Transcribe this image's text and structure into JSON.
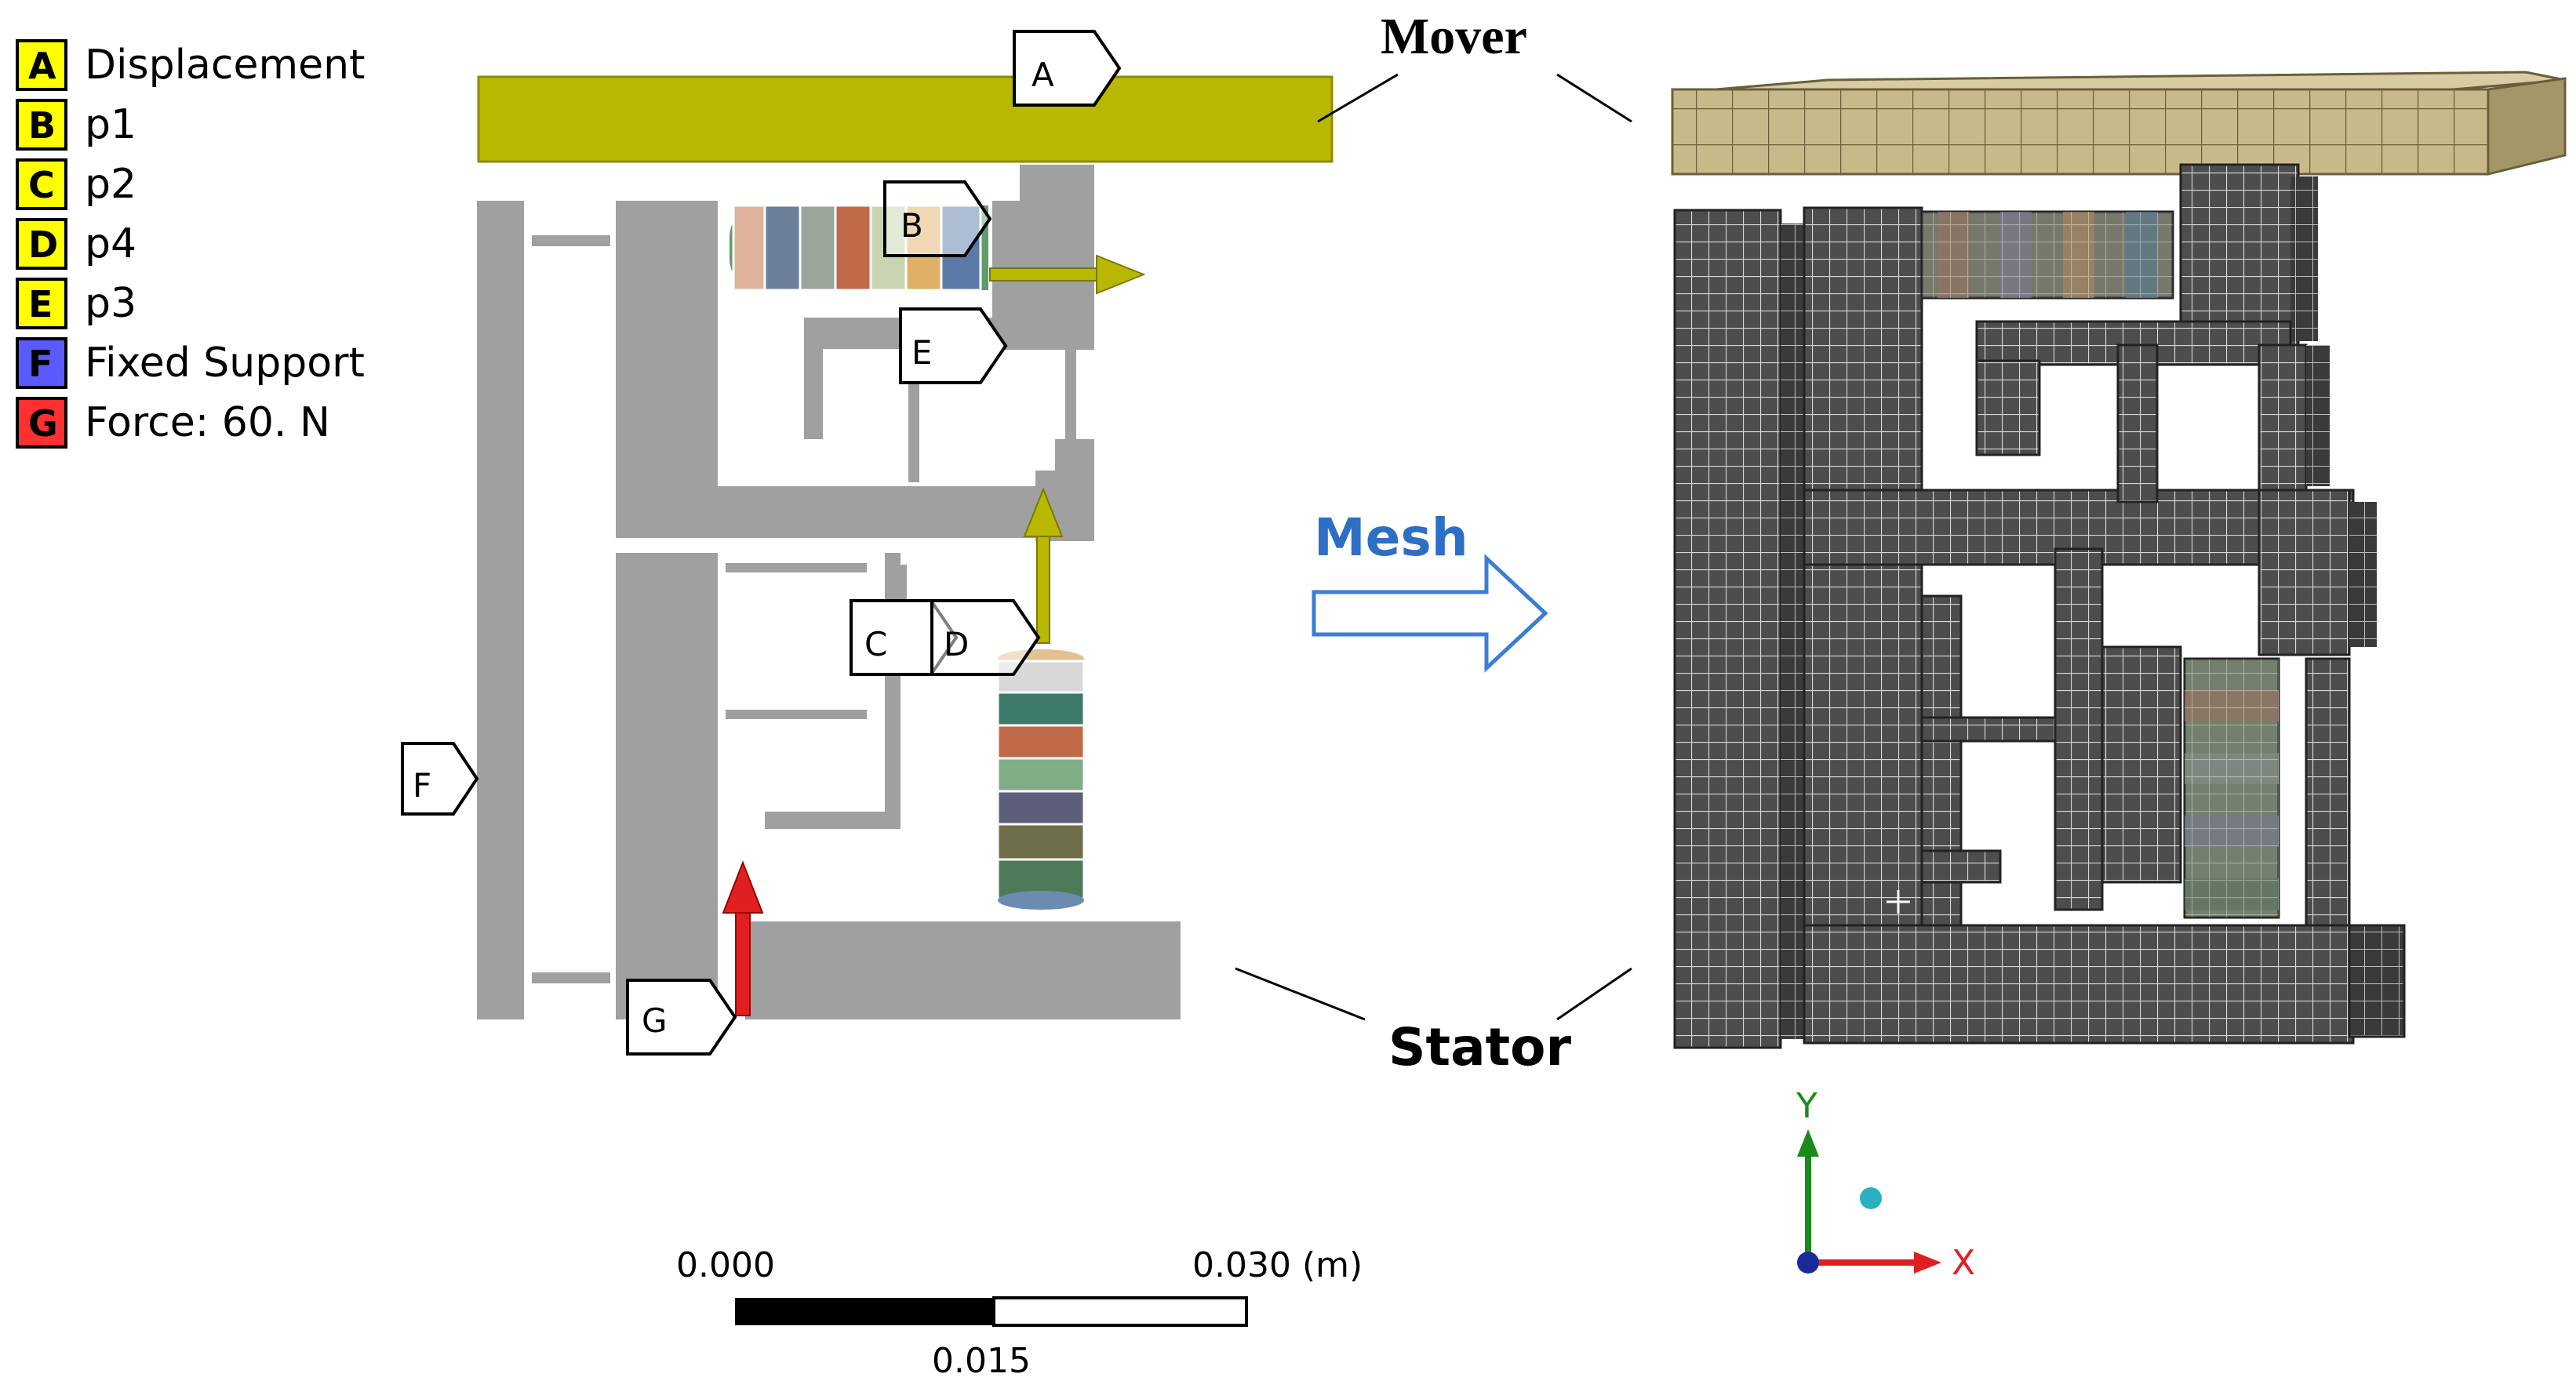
{
  "legend": {
    "items": [
      {
        "key": "A",
        "label": "Displacement",
        "color": "#ffff00"
      },
      {
        "key": "B",
        "label": "p1",
        "color": "#ffff00"
      },
      {
        "key": "C",
        "label": "p2",
        "color": "#ffff00"
      },
      {
        "key": "D",
        "label": "p4",
        "color": "#ffff00"
      },
      {
        "key": "E",
        "label": "p3",
        "color": "#ffff00"
      },
      {
        "key": "F",
        "label": "Fixed Support",
        "color": "#5a5aff"
      },
      {
        "key": "G",
        "label": "Force: 60. N",
        "color": "#ff3030"
      }
    ]
  },
  "model_tags": {
    "a": "A",
    "b": "B",
    "c": "C",
    "d": "D",
    "e": "E",
    "f": "F",
    "g": "G"
  },
  "annotations": {
    "mover": "Mover",
    "stator": "Stator",
    "mesh": "Mesh"
  },
  "scale_bar": {
    "start": "0.000",
    "mid": "0.015",
    "end": "0.030 (m)"
  },
  "triad": {
    "x": "X",
    "y": "Y"
  },
  "colors": {
    "body_gray": "#a0a0a0",
    "mover_yellow": "#b9b800",
    "mesh_dark": "#4a4a4a",
    "mesh_mover": "#c8b98a",
    "mesh_arrow": "#3b7dd8",
    "mesh_label": "#2e6fc6"
  }
}
